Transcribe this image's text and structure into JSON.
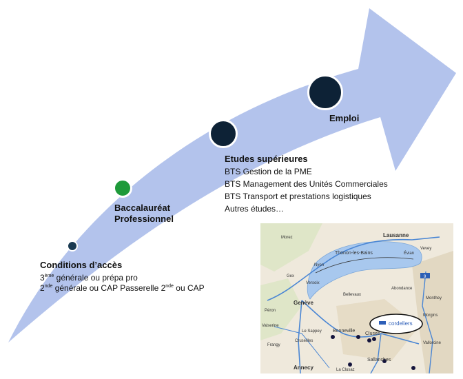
{
  "stages": {
    "conditions": {
      "title": "Conditions d’accès",
      "line1_main": "générale ou prépa pro",
      "line1_prefix": "3",
      "line1_sup": "ème",
      "line2_prefix": "2",
      "line2_sup_a": "nde",
      "line2_mid": " générale ou CAP Passerelle 2",
      "line2_sup_b": "nde",
      "line2_end": " ou CAP"
    },
    "bac": {
      "title_line1": "Baccalauréat",
      "title_line2": "Professionnel"
    },
    "etudes": {
      "title": "Etudes supérieures",
      "items": [
        "BTS Gestion de la PME",
        "BTS Management des Unités Commerciales",
        "BTS Transport et prestations logistiques",
        "Autres études…"
      ]
    },
    "emploi": {
      "title": "Emploi"
    }
  },
  "map": {
    "labels": {
      "lausanne": "Lausanne",
      "vevey": "Vevey",
      "nyon": "Nyon",
      "thonon": "Thonon-les-Bains",
      "evian": "Évian",
      "gex": "Gex",
      "versoix": "Versoix",
      "geneve": "Genève",
      "bellevaux": "Bellevaux",
      "abondance": "Abondance",
      "monthey": "Monthey",
      "valserine": "Valserine",
      "peron": "Péron",
      "frangy": "Frangy",
      "sappey": "Le Sappey",
      "bonneville": "Bonneville",
      "cruseilles": "Cruseilles",
      "cluses": "Cluses",
      "sallanches": "Sallanches",
      "annecy": "Annecy",
      "la_clusaz": "La Clusaz",
      "morez": "Morez",
      "morgins": "Morgins",
      "vallorcine": "Vallorcine",
      "road_9": "9"
    },
    "logo_text": "cordeliers"
  },
  "colors": {
    "arrow": "#b3c3ec",
    "node_dark": "#0d2236",
    "node_green": "#1e9a3a",
    "lake": "#a8c8ee",
    "road": "#4a86d4",
    "land": "#efe9dc"
  }
}
